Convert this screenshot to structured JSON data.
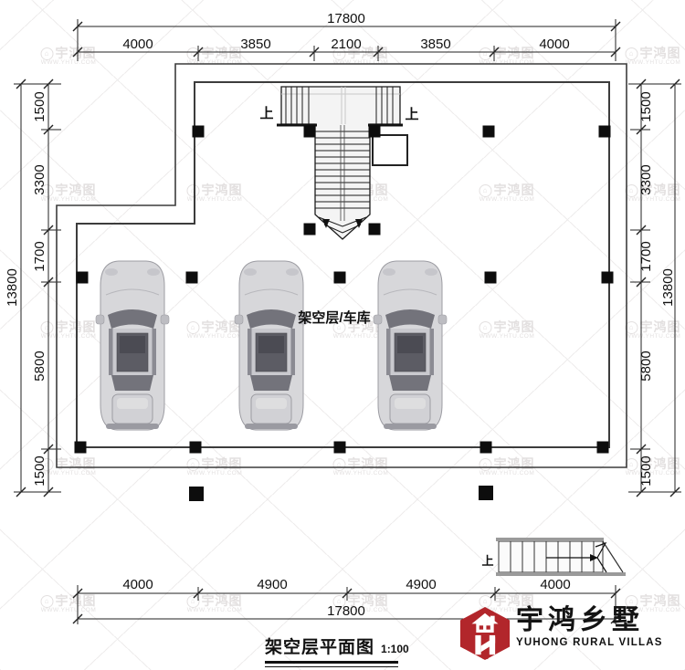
{
  "plan": {
    "area_label": "架空层/车库",
    "up_label_left": "上",
    "up_label_right": "上",
    "up_label_icon": "上"
  },
  "dimensions": {
    "top": {
      "total": "17800",
      "segments": [
        "4000",
        "3850",
        "2100",
        "3850",
        "4000"
      ]
    },
    "bottom": {
      "total": "17800",
      "segments": [
        "4000",
        "4900",
        "4900",
        "4000"
      ]
    },
    "left": {
      "total": "13800",
      "segments": [
        "1500",
        "3300",
        "1700",
        "5800",
        "1500"
      ]
    },
    "right": {
      "total": "13800",
      "segments": [
        "1500",
        "3300",
        "1700",
        "5800",
        "1500"
      ]
    }
  },
  "title": {
    "text": "架空层平面图",
    "scale": "1:100"
  },
  "logo": {
    "name_zh": "宇鸿乡墅",
    "name_en": "YUHONG RURAL VILLAS",
    "brand_red": "#b2262b"
  },
  "watermark": {
    "line1": "宇鸿图",
    "line2": "WWW.YHTU.COM"
  },
  "colors": {
    "line": "#222222",
    "column": "#0d0d0d",
    "stair_fill": "#f4f4f4",
    "car_body": "#d7d7da"
  }
}
